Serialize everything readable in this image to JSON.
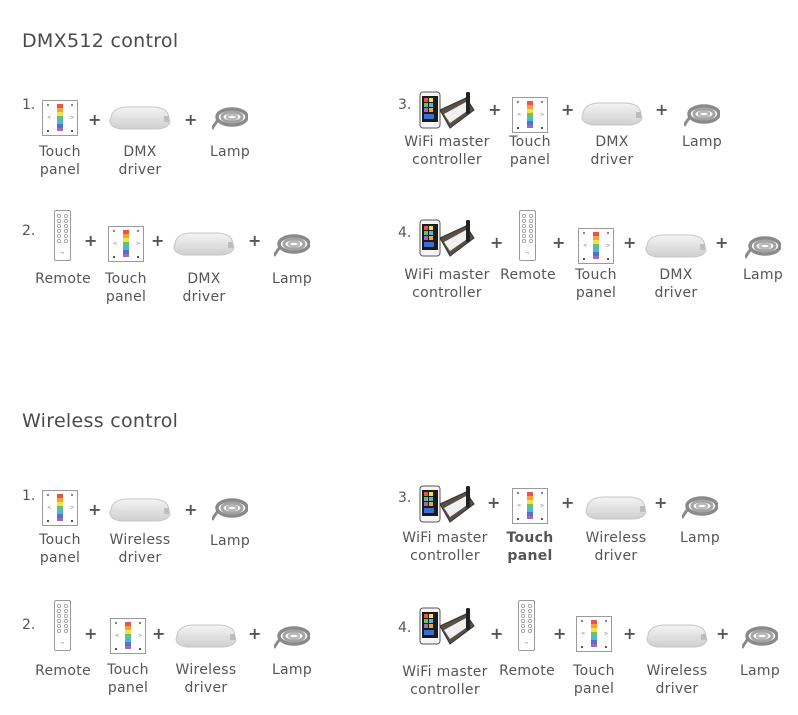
{
  "sections": [
    {
      "title": "DMX512 control",
      "configs": [
        {
          "number": "1.",
          "items": [
            {
              "kind": "touch",
              "label": "Touch\npanel"
            },
            {
              "kind": "driver",
              "label": "DMX\ndriver"
            },
            {
              "kind": "lamp",
              "label": "Lamp"
            }
          ]
        },
        {
          "number": "2.",
          "items": [
            {
              "kind": "remote",
              "label": "Remote"
            },
            {
              "kind": "touch",
              "label": "Touch\npanel"
            },
            {
              "kind": "driver",
              "label": "DMX\ndriver"
            },
            {
              "kind": "lamp",
              "label": "Lamp"
            }
          ]
        },
        {
          "number": "3.",
          "items": [
            {
              "kind": "wifi",
              "label": "WiFi master\ncontroller"
            },
            {
              "kind": "touch",
              "label": "Touch\npanel"
            },
            {
              "kind": "driver",
              "label": "DMX\ndriver"
            },
            {
              "kind": "lamp",
              "label": "Lamp"
            }
          ]
        },
        {
          "number": "4.",
          "items": [
            {
              "kind": "wifi",
              "label": "WiFi master\ncontroller"
            },
            {
              "kind": "remote",
              "label": "Remote"
            },
            {
              "kind": "touch",
              "label": "Touch\npanel"
            },
            {
              "kind": "driver",
              "label": "DMX\ndriver"
            },
            {
              "kind": "lamp",
              "label": "Lamp"
            }
          ]
        }
      ]
    },
    {
      "title": "Wireless control",
      "configs": [
        {
          "number": "1.",
          "items": [
            {
              "kind": "touch",
              "label": "Touch\npanel"
            },
            {
              "kind": "driver",
              "label": "Wireless\ndriver"
            },
            {
              "kind": "lamp",
              "label": "Lamp"
            }
          ]
        },
        {
          "number": "2.",
          "items": [
            {
              "kind": "remote",
              "label": "Remote"
            },
            {
              "kind": "touch",
              "label": "Touch\npanel"
            },
            {
              "kind": "driver",
              "label": "Wireless\ndriver"
            },
            {
              "kind": "lamp",
              "label": "Lamp"
            }
          ]
        },
        {
          "number": "3.",
          "items": [
            {
              "kind": "wifi",
              "label": "WiFi master\ncontroller"
            },
            {
              "kind": "touch",
              "label": "Touch\npanel"
            },
            {
              "kind": "driver",
              "label": "Wireless\ndriver"
            },
            {
              "kind": "lamp",
              "label": "Lamp"
            }
          ]
        },
        {
          "number": "4.",
          "items": [
            {
              "kind": "wifi",
              "label": "WiFi master\ncontroller"
            },
            {
              "kind": "remote",
              "label": "Remote"
            },
            {
              "kind": "touch",
              "label": "Touch\npanel"
            },
            {
              "kind": "driver",
              "label": "Wireless\ndriver"
            },
            {
              "kind": "lamp",
              "label": "Lamp"
            }
          ]
        }
      ]
    }
  ],
  "plus_sign": "+"
}
